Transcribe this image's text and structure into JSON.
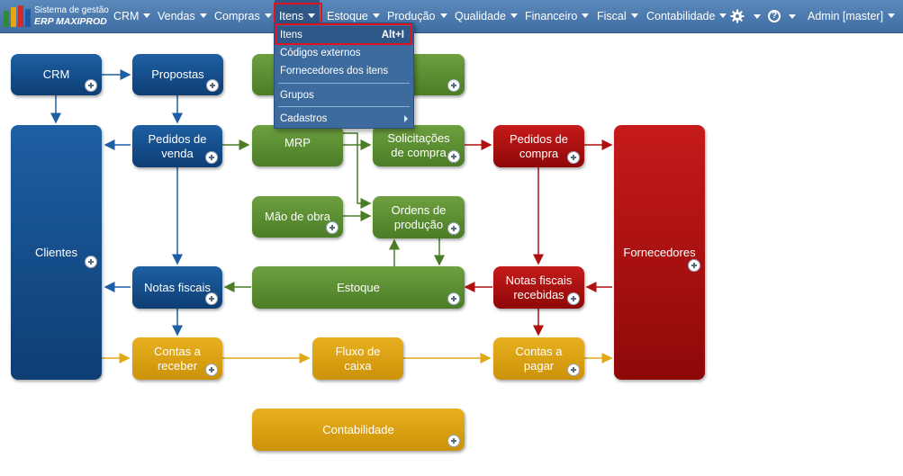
{
  "app": {
    "logo_line1": "Sistema de gestão",
    "logo_line2": "ERP MAXIPROD"
  },
  "nav": {
    "items": [
      {
        "label": "CRM"
      },
      {
        "label": "Vendas"
      },
      {
        "label": "Compras"
      },
      {
        "label": "Itens"
      },
      {
        "label": "Estoque"
      },
      {
        "label": "Produção"
      },
      {
        "label": "Qualidade"
      },
      {
        "label": "Financeiro"
      },
      {
        "label": "Fiscal"
      },
      {
        "label": "Contabilidade"
      }
    ],
    "settings_icon": "gear-icon",
    "help_icon": "question-circle-icon",
    "help_symbol": "?",
    "user": "Admin [master]"
  },
  "dropdown": {
    "items": [
      {
        "label": "Itens",
        "shortcut": "Alt+I"
      },
      {
        "label": "Códigos externos"
      },
      {
        "label": "Fornecedores dos itens"
      },
      {
        "label": "Grupos"
      },
      {
        "label": "Cadastros"
      }
    ]
  },
  "diagram": {
    "crm": "CRM",
    "propostas": "Propostas",
    "pedidos_venda": "Pedidos de venda",
    "clientes": "Clientes",
    "notas_fiscais": "Notas fiscais",
    "contas_receber": "Contas a receber",
    "mrp": "MRP",
    "solicitacoes": "Solicitações de compra",
    "mao_obra": "Mão de obra",
    "ordens_producao": "Ordens de produção",
    "estoque": "Estoque",
    "fluxo_caixa": "Fluxo de caixa",
    "contabilidade": "Contabilidade",
    "pedidos_compra": "Pedidos de compra",
    "notas_recebidas": "Notas fiscais recebidas",
    "contas_pagar": "Contas a pagar",
    "fornecedores": "Fornecedores"
  },
  "colors": {
    "topbar": "#4a7ab0",
    "blue": "#0d3e74",
    "green": "#4a7d26",
    "red": "#8e0808",
    "gold": "#cc9208",
    "highlight_outline": "#e0141e"
  }
}
